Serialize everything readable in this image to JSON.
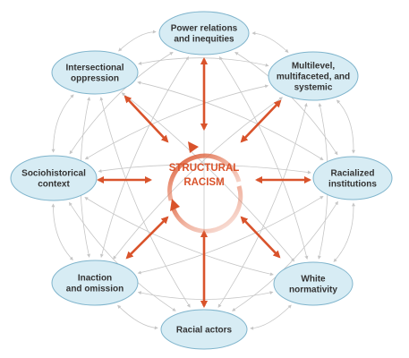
{
  "diagram": {
    "center": {
      "label_lines": [
        "STRUCTURAL",
        "RACISM"
      ]
    },
    "nodes": [
      {
        "id": "power",
        "label_lines": [
          "Power relations",
          "and inequities"
        ]
      },
      {
        "id": "multilevel",
        "label_lines": [
          "Multilevel,",
          "multifaceted, and",
          "systemic"
        ]
      },
      {
        "id": "institutions",
        "label_lines": [
          "Racialized",
          "institutions"
        ]
      },
      {
        "id": "white",
        "label_lines": [
          "White",
          "normativity"
        ]
      },
      {
        "id": "actors",
        "label_lines": [
          "Racial actors"
        ]
      },
      {
        "id": "inaction",
        "label_lines": [
          "Inaction",
          "and omission"
        ]
      },
      {
        "id": "sociohistorical",
        "label_lines": [
          "Sociohistorical",
          "context"
        ]
      },
      {
        "id": "intersectional",
        "label_lines": [
          "Intersectional",
          "oppression"
        ]
      }
    ]
  },
  "colors": {
    "node_fill": "#d7ecf4",
    "node_stroke": "#7fb4cc",
    "node_text": "#333333",
    "accent": "#d9532b",
    "web_lines": "#c6c6c6"
  }
}
